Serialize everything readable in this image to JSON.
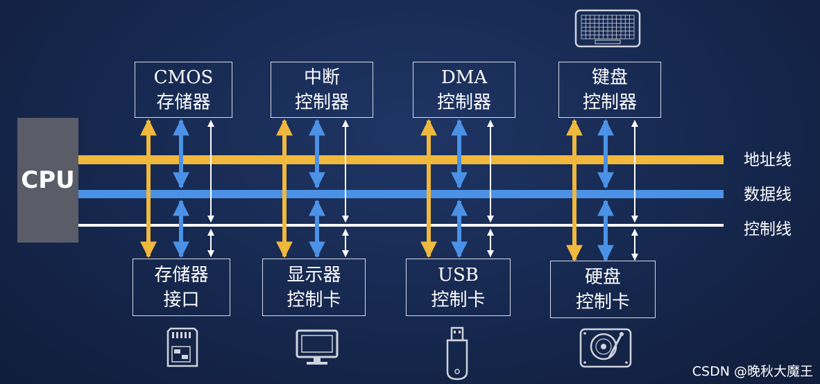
{
  "cpu": {
    "label": "CPU"
  },
  "buses": {
    "address": {
      "label": "地址线",
      "color": "#f0b83c"
    },
    "data": {
      "label": "数据线",
      "color": "#4b92e6"
    },
    "control": {
      "label": "控制线",
      "color": "#ffffff"
    }
  },
  "top_controllers": [
    {
      "line1": "CMOS",
      "line2": "存储器"
    },
    {
      "line1": "中断",
      "line2": "控制器"
    },
    {
      "line1": "DMA",
      "line2": "控制器"
    },
    {
      "line1": "键盘",
      "line2": "控制器"
    }
  ],
  "bottom_controllers": [
    {
      "line1": "存储器",
      "line2": "接口"
    },
    {
      "line1": "显示器",
      "line2": "控制卡"
    },
    {
      "line1": "USB",
      "line2": "控制卡"
    },
    {
      "line1": "硬盘",
      "line2": "控制卡"
    }
  ],
  "icons": [
    "keyboard-icon",
    "sd-card-icon",
    "monitor-icon",
    "usb-drive-icon",
    "hard-disk-icon"
  ],
  "watermark": "CSDN @晚秋大魔王"
}
